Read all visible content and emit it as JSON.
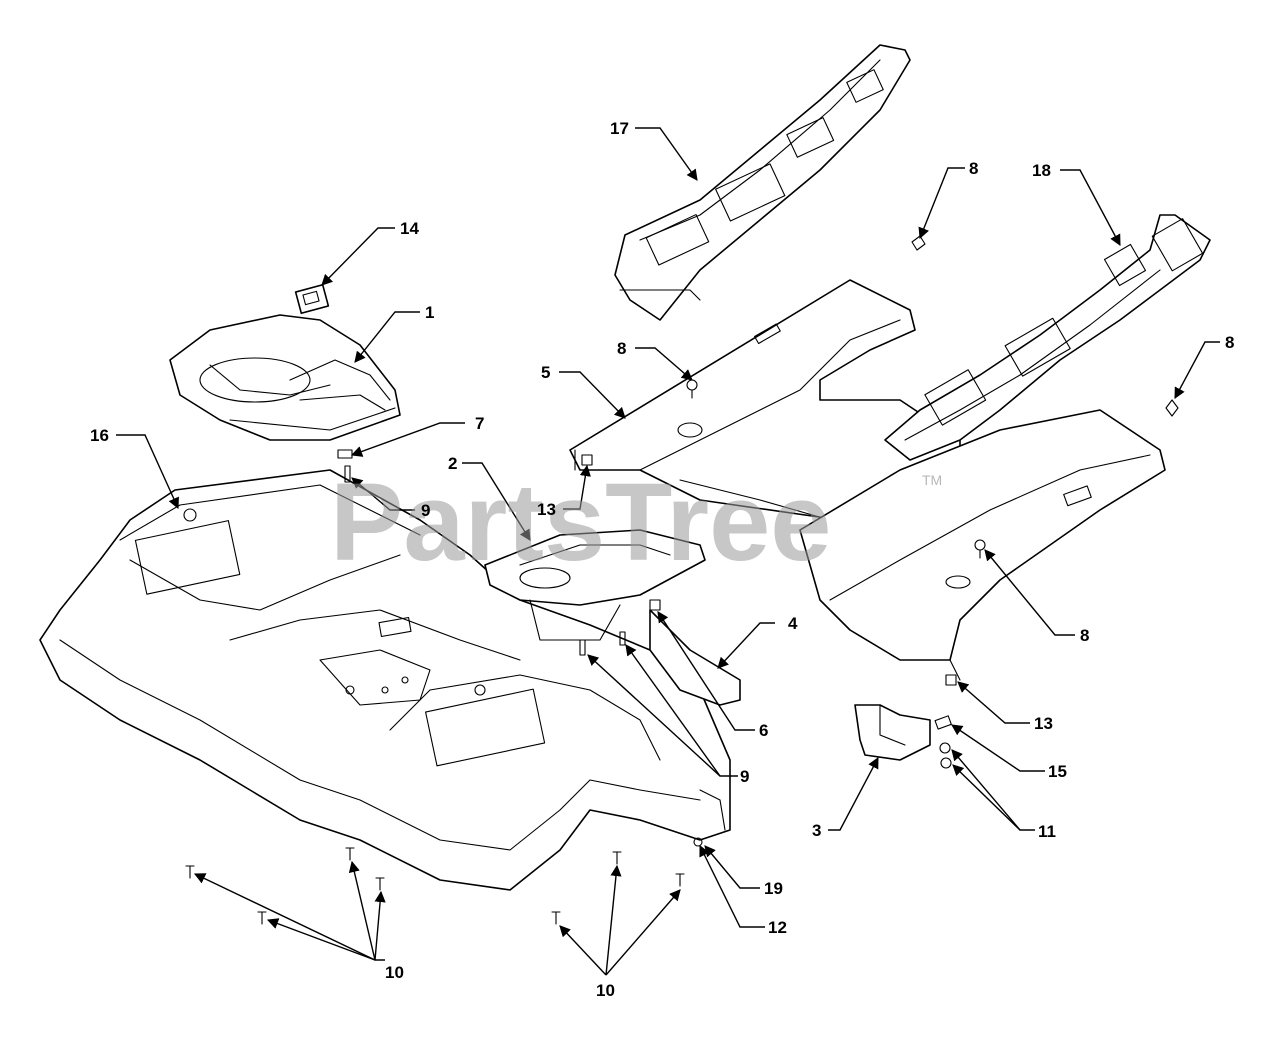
{
  "watermark": {
    "text": "PartsTree",
    "tm": "TM"
  },
  "callouts": {
    "c1": "1",
    "c2": "2",
    "c3": "3",
    "c4": "4",
    "c5": "5",
    "c6": "6",
    "c7": "7",
    "c8a": "8",
    "c8b": "8",
    "c8c": "8",
    "c8d": "8",
    "c9a": "9",
    "c9b": "9",
    "c10a": "10",
    "c10b": "10",
    "c11": "11",
    "c12": "12",
    "c13a": "13",
    "c13b": "13",
    "c14": "14",
    "c15": "15",
    "c16": "16",
    "c17": "17",
    "c18": "18",
    "c19": "19"
  },
  "colors": {
    "line": "#000000",
    "watermark": "#9a9a9a",
    "background": "#ffffff"
  }
}
